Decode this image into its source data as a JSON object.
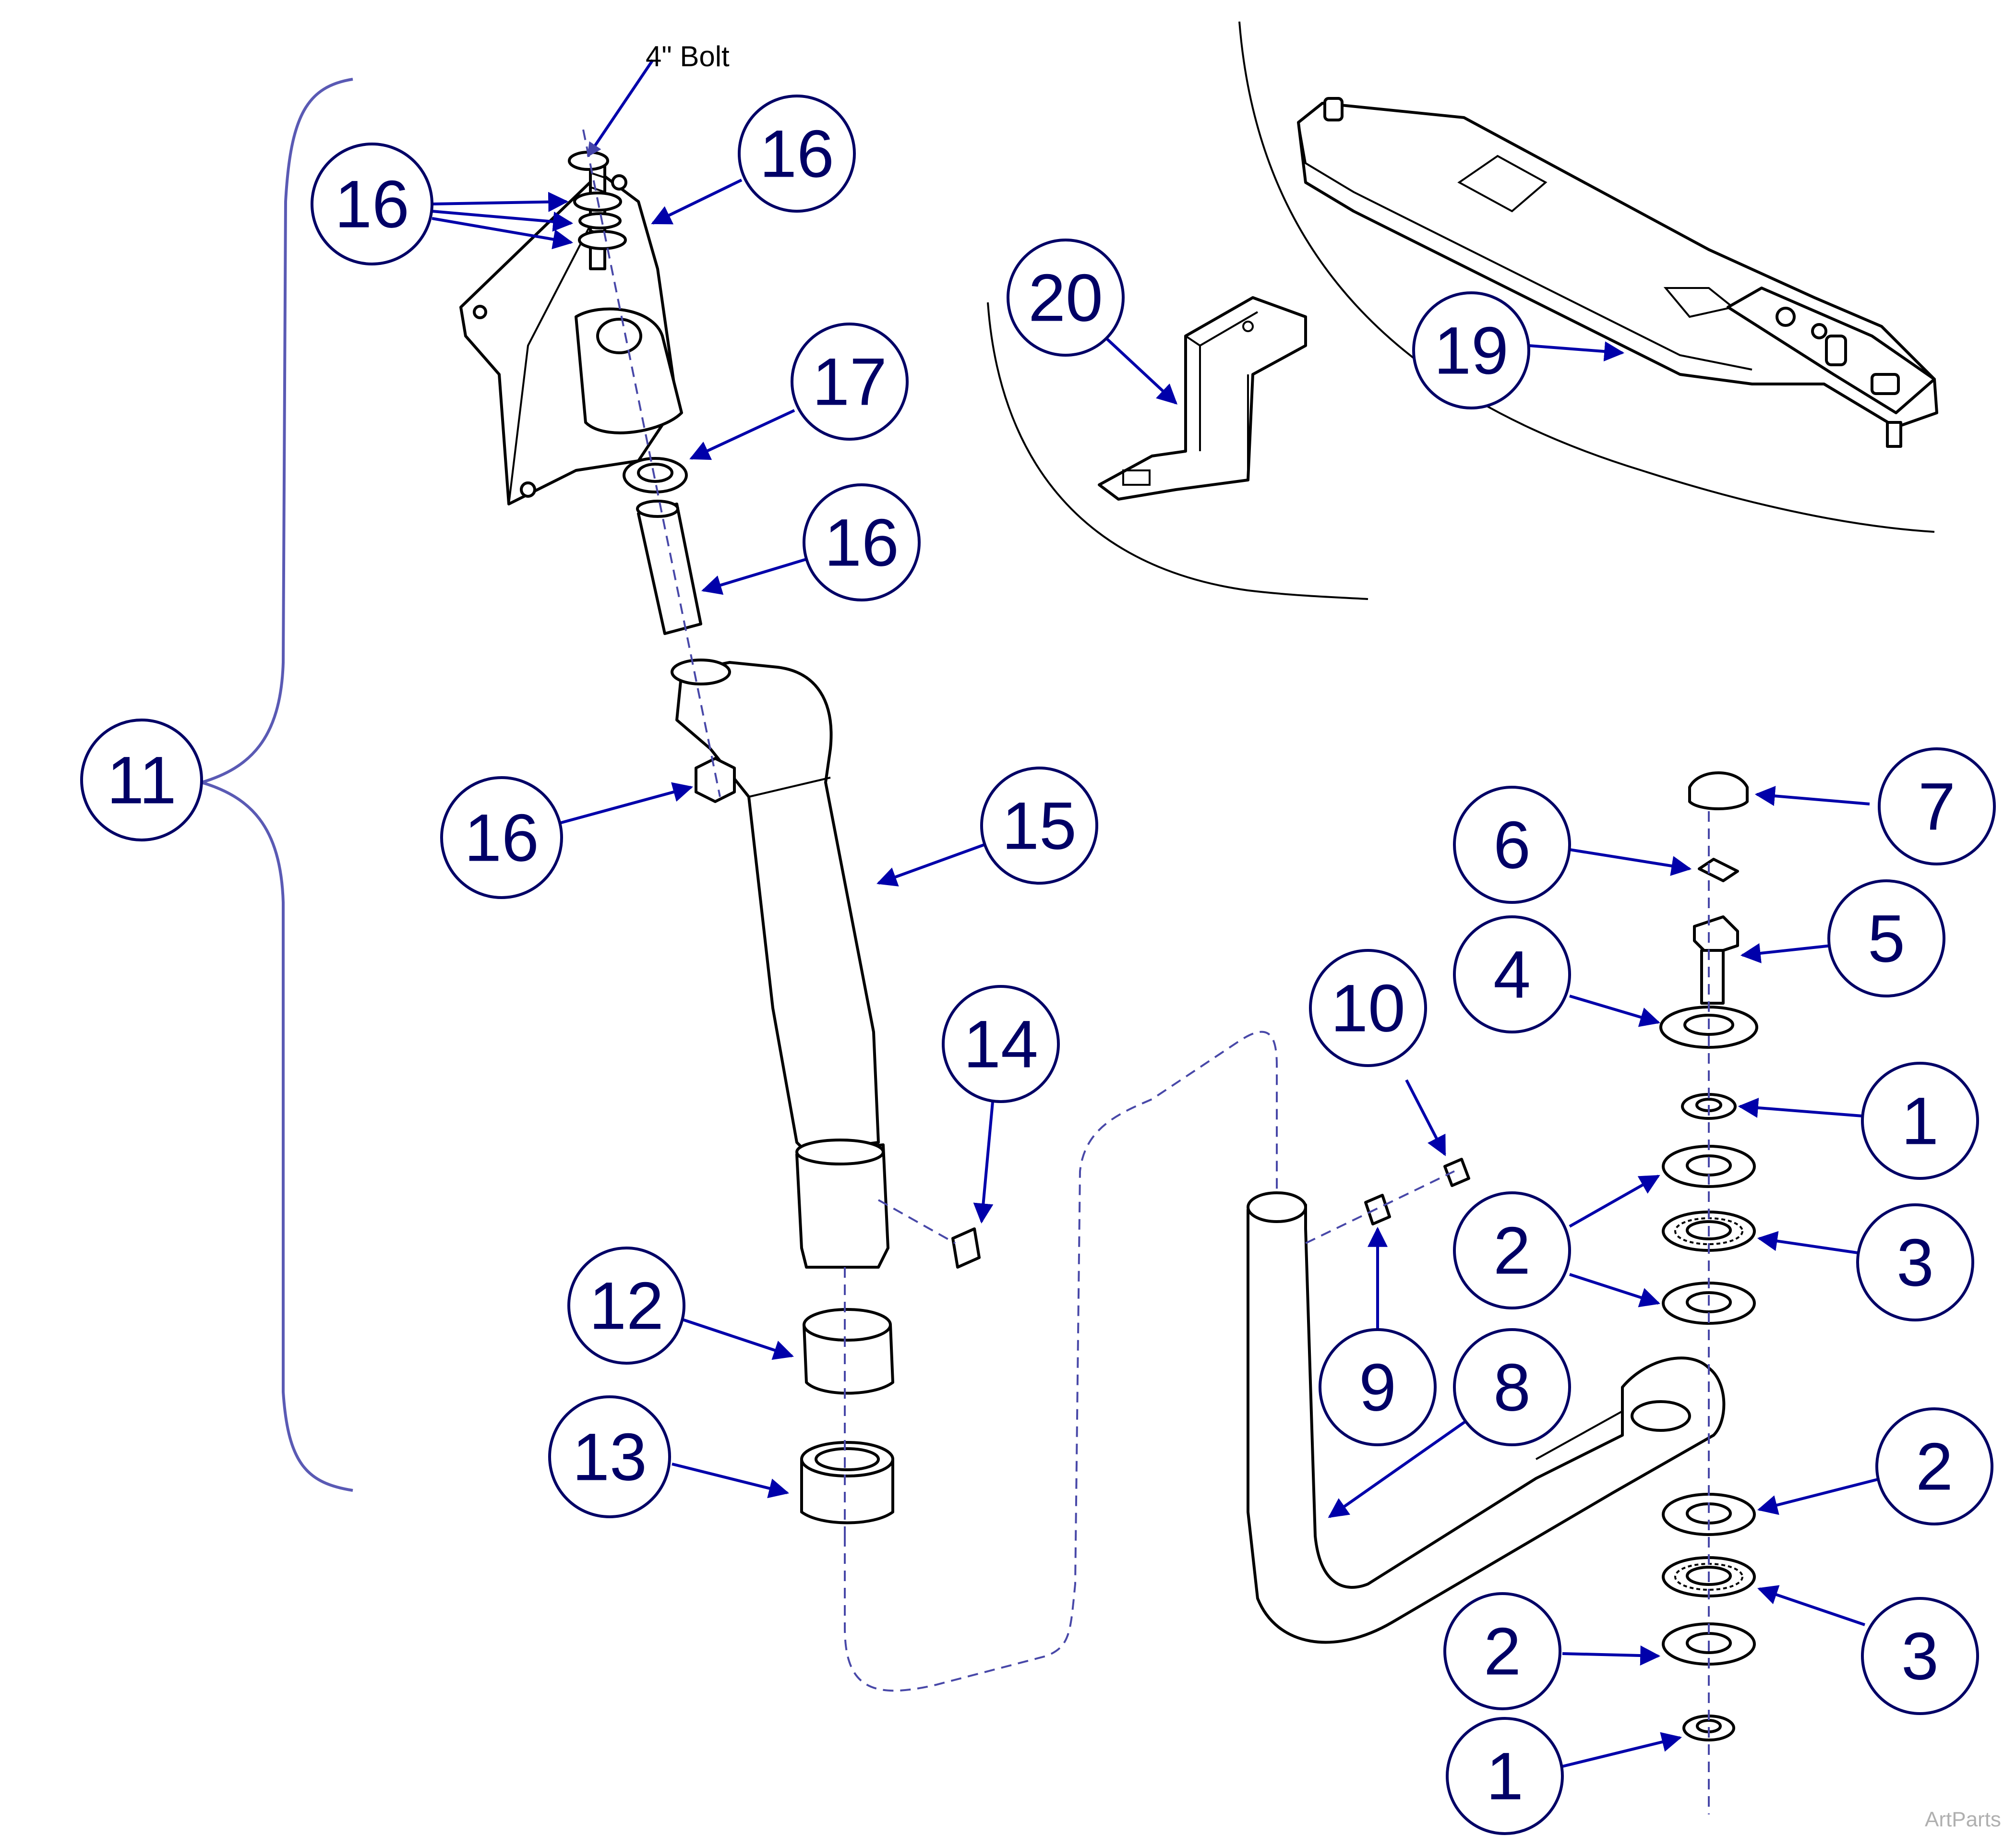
{
  "diagram": {
    "bolt_label": "4\" Bolt",
    "watermark": "ArtParts",
    "callouts": {
      "c11": "11",
      "c16a": "16",
      "c16b": "16",
      "c17": "17",
      "c16c": "16",
      "c16d": "16",
      "c15": "15",
      "c14": "14",
      "c12": "12",
      "c13": "13",
      "c20": "20",
      "c19": "19",
      "c7": "7",
      "c6": "6",
      "c5": "5",
      "c4": "4",
      "c10": "10",
      "c1a": "1",
      "c2a": "2",
      "c3a": "3",
      "c9": "9",
      "c8": "8",
      "c2b": "2",
      "c3b": "3",
      "c2c": "2",
      "c1b": "1"
    }
  }
}
